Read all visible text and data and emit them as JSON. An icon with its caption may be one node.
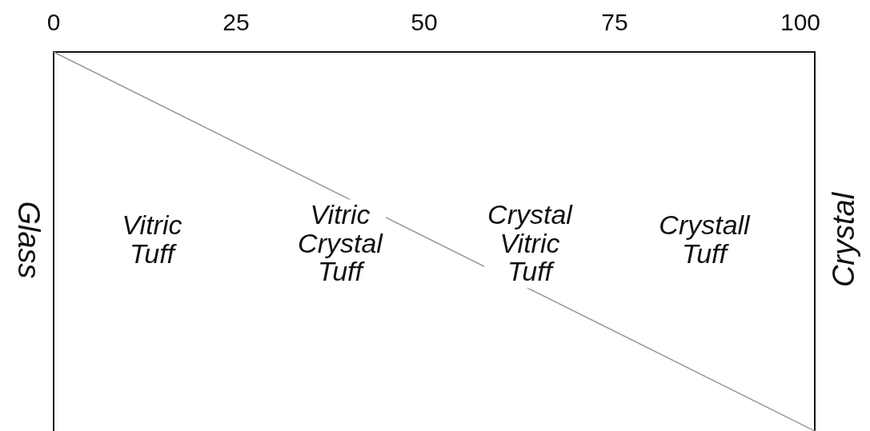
{
  "diagram": {
    "labels": [
      "0",
      "25",
      "50",
      "75",
      "100",
      "Glass",
      "Vitric Tuff",
      "Vitric Crystal Tuff",
      "Crystal Vitric Tuff",
      "Crystall Tuff",
      "Crystal"
    ]
  }
}
